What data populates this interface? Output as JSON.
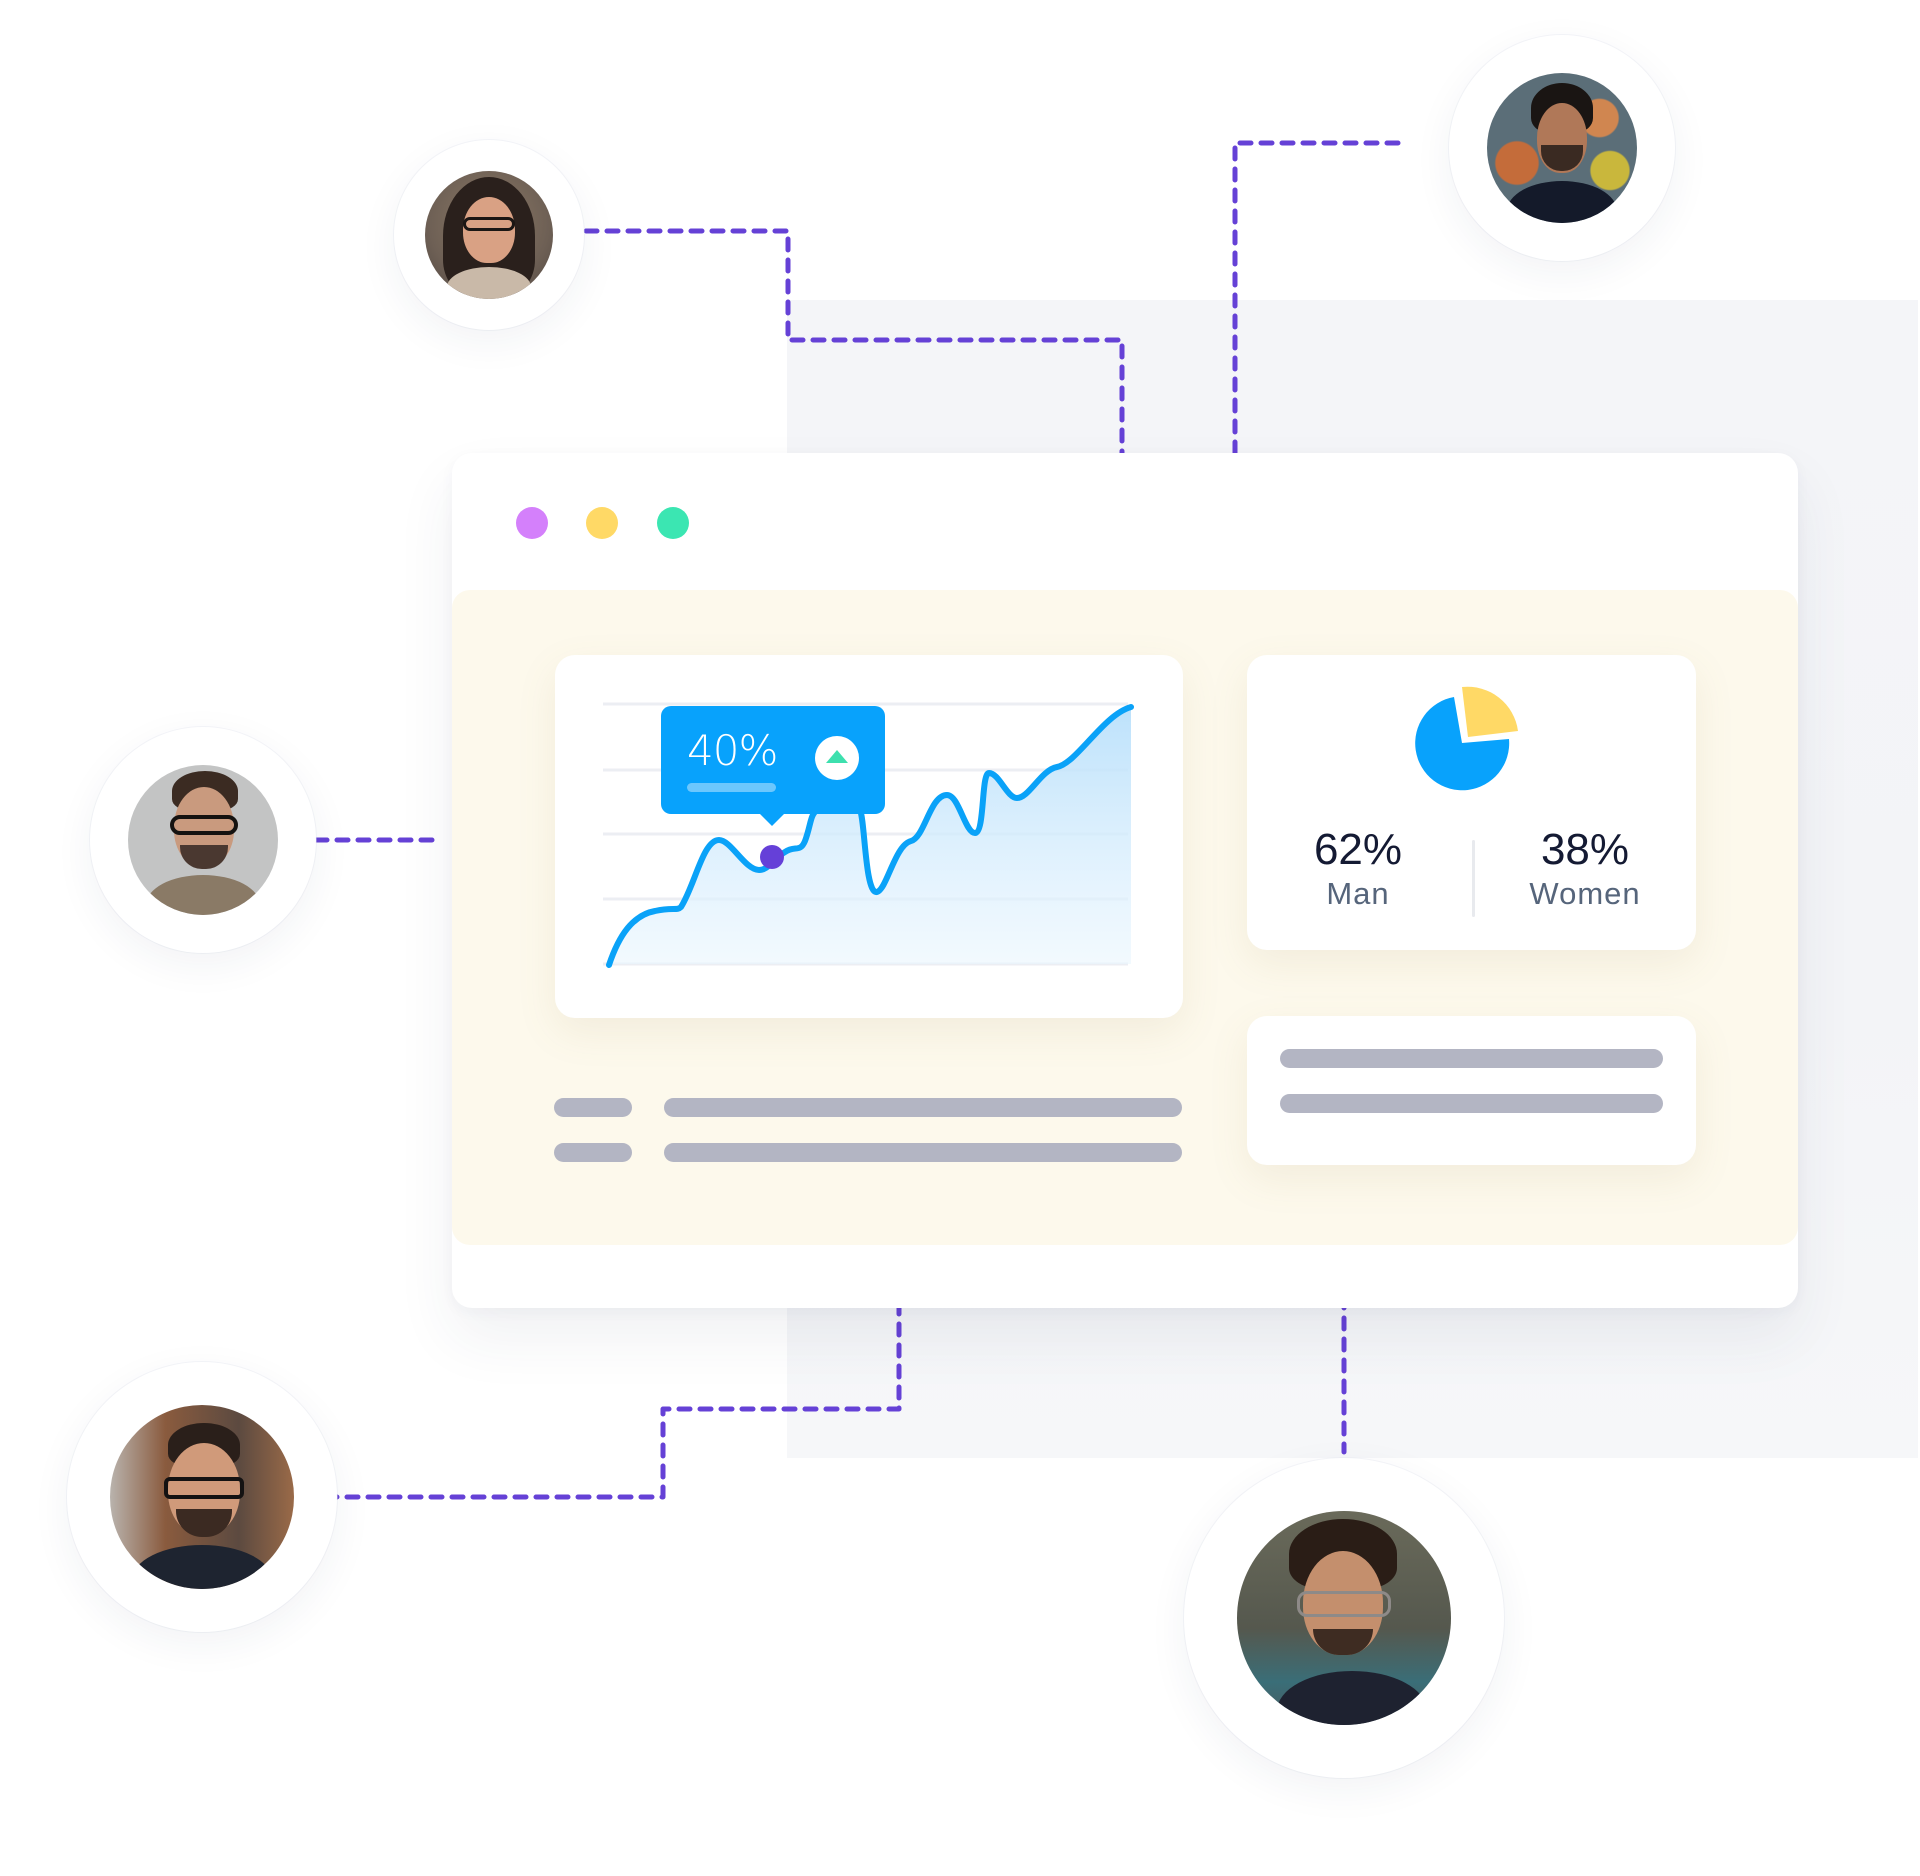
{
  "scene": {
    "background_color": "#ffffff",
    "panel_color": "#f4f5f8",
    "connector_color": "#6541d6"
  },
  "window": {
    "traffic_lights": [
      {
        "name": "purple-dot",
        "color": "#d480fb"
      },
      {
        "name": "yellow-dot",
        "color": "#ffd966"
      },
      {
        "name": "green-dot",
        "color": "#3be6b2"
      }
    ],
    "content_bg": "#fdf9ec"
  },
  "line_chart_card": {
    "tooltip": {
      "value": "40%",
      "trend": "up",
      "trend_icon": "up-triangle-icon",
      "bg_color": "#08a2fc",
      "trend_color": "#3de0ae"
    },
    "line_color": "#0aa2f8",
    "highlight_dot_color": "#6540d8"
  },
  "pie_card": {
    "stats": [
      {
        "value": "62%",
        "label": "Man",
        "color": "#08a2fc"
      },
      {
        "value": "38%",
        "label": "Women",
        "color": "#ffd966"
      }
    ]
  },
  "skeleton": {
    "bar_color": "#b3b5c3"
  },
  "avatars": [
    {
      "id": "avatar-woman-glasses",
      "position": "top-left"
    },
    {
      "id": "avatar-man-patterned-bg",
      "position": "top-right"
    },
    {
      "id": "avatar-man-glasses-gray-bg",
      "position": "middle-left"
    },
    {
      "id": "avatar-man-glasses-smiling",
      "position": "bottom-left"
    },
    {
      "id": "avatar-man-wavy-hair",
      "position": "bottom-right"
    }
  ],
  "chart_data": [
    {
      "type": "area",
      "title": "",
      "xlabel": "",
      "ylabel": "",
      "grid": true,
      "gridlines": 5,
      "x": [
        0,
        1,
        2,
        3,
        4,
        5,
        6,
        7,
        8,
        9,
        10,
        11,
        12,
        13,
        14
      ],
      "values": [
        2,
        22,
        48,
        37,
        42,
        48,
        56,
        28,
        48,
        65,
        51,
        74,
        65,
        76,
        99
      ],
      "annotations": [
        {
          "x": 4,
          "label": "40%",
          "trend": "up"
        }
      ],
      "ylim": [
        0,
        100
      ]
    },
    {
      "type": "pie",
      "categories": [
        "Man",
        "Women"
      ],
      "values": [
        62,
        38
      ],
      "labels": [
        "62%",
        "38%"
      ],
      "colors": [
        "#08a2fc",
        "#ffd966"
      ]
    }
  ]
}
